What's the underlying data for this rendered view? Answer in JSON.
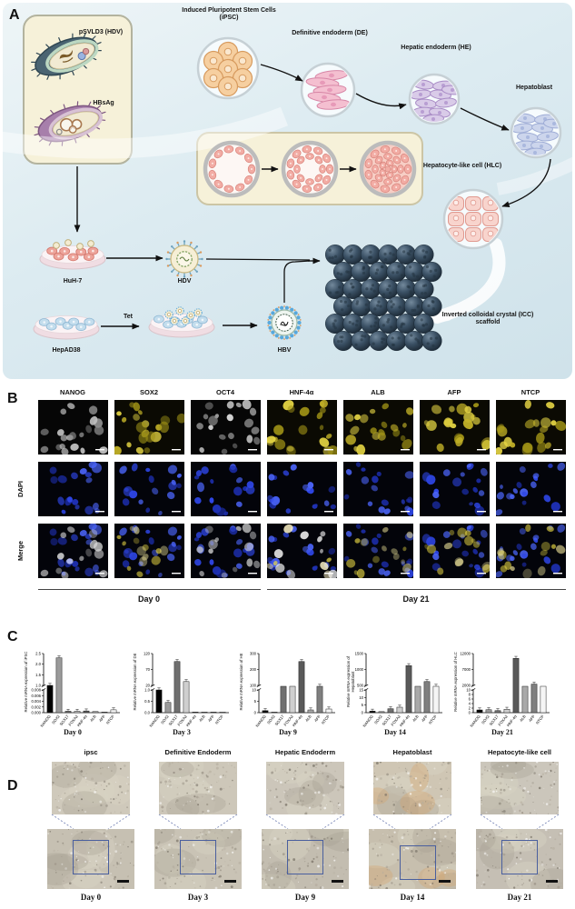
{
  "colors": {
    "bar_palette": [
      "#000000",
      "#9b9b9b",
      "#6f6f6f",
      "#cfcfcf",
      "#595959",
      "#a9a9a9",
      "#7f7f7f",
      "#f5f5f5"
    ],
    "dapi_blue": "#2e46e6",
    "stain_yellow": "#d8c433",
    "panelA_bg": "#d9e8ee",
    "cream_box": "#f6f1d9",
    "blue_rect": "#4a5f9e"
  },
  "panelA": {
    "label": "A",
    "psvld3_label": "pSVLD3 (HDV)",
    "hbsag_label": "HBsAg",
    "ipsc_label": "Induced Pluripotent Stem Cells (iPSC)",
    "de_label": "Definitive endoderm (DE)",
    "he_label": "Hepatic endoderm (HE)",
    "hepatoblast_label": "Hepatoblast",
    "hlc_label": "Hepatocyte-like cell (HLC)",
    "huh7_label": "HuH-7",
    "hdv_label": "HDV",
    "tet_label": "Tet",
    "hepad38_label": "HepAD38",
    "hbv_label": "HBV",
    "scaffold_label": "Inverted colloidal crystal (ICC) scaffold"
  },
  "panelB": {
    "label": "B",
    "columns": [
      "NANOG",
      "SOX2",
      "OCT4",
      "HNF-4α",
      "ALB",
      "AFP",
      "NTCP"
    ],
    "row_labels": [
      "DAPI",
      "Merge"
    ],
    "day_groups": [
      "Day 0",
      "Day 21"
    ]
  },
  "panelC": {
    "label": "C"
  },
  "chart_data": [
    {
      "type": "bar",
      "day": "Day 0",
      "ylabel": "Relative mRNA expression of iPSC",
      "categories": [
        "NANOG",
        "SOX2",
        "SOX17",
        "FOXA2",
        "HNF-4α",
        "ALB",
        "AFP",
        "NTCP"
      ],
      "values": [
        1.0,
        2.3,
        0.0005,
        0.0005,
        0.0006,
        0.0004,
        5e-05,
        0.001
      ],
      "errors": [
        0.08,
        0.15,
        0.0001,
        0.0001,
        0.0001,
        0.0001,
        0,
        0.0003
      ],
      "axis": {
        "lower_ticks": [
          0,
          0.002,
          0.004,
          0.006,
          0.008
        ],
        "lower_labels": [
          "0.000",
          "0.002",
          "0.004",
          "0.006",
          "0.008"
        ],
        "upper_ticks": [
          1.0,
          1.5,
          2.0,
          2.5
        ],
        "upper_labels": [
          "1.0",
          "1.5",
          "2.0",
          "2.5"
        ]
      }
    },
    {
      "type": "bar",
      "day": "Day 3",
      "ylabel": "Relative mRNA expression of DE",
      "categories": [
        "NANOG",
        "SOX2",
        "SOX17",
        "FOXA2",
        "HNF-4α",
        "ALB",
        "AFP",
        "NTCP"
      ],
      "values": [
        1.0,
        0.45,
        95,
        32,
        0.03,
        0.03,
        0.02,
        0.03
      ],
      "errors": [
        0.06,
        0.04,
        6,
        3,
        0,
        0,
        0,
        0
      ],
      "axis": {
        "lower_ticks": [
          0,
          0.5,
          1.0
        ],
        "lower_labels": [
          "0.0",
          "0.5",
          "1.0"
        ],
        "upper_ticks": [
          20,
          70,
          120
        ],
        "upper_labels": [
          "20",
          "70",
          "120"
        ]
      }
    },
    {
      "type": "bar",
      "day": "Day 9",
      "ylabel": "Relative mRNA expression of HE",
      "categories": [
        "NANOG",
        "SOX2",
        "SOX17",
        "FOXA2",
        "HNF-4α",
        "ALB",
        "AFP",
        "NTCP"
      ],
      "values": [
        0.9,
        0.15,
        60,
        55,
        250,
        1.2,
        12,
        1.6
      ],
      "errors": [
        0.1,
        0,
        0,
        0,
        15,
        0.2,
        2,
        0.3
      ],
      "axis": {
        "lower_ticks": [
          0,
          5,
          10
        ],
        "lower_labels": [
          "0",
          "5",
          "10"
        ],
        "upper_ticks": [
          100,
          200,
          300
        ],
        "upper_labels": [
          "100",
          "200",
          "300"
        ]
      }
    },
    {
      "type": "bar",
      "day": "Day 14",
      "ylabel": "Relative mRNA expression of Hepatoblast",
      "categories": [
        "NANOG",
        "SOX2",
        "SOX17",
        "FOXA2",
        "HNF-4α",
        "ALB",
        "AFP",
        "NTCP"
      ],
      "values": [
        1.0,
        0.7,
        2.6,
        3.6,
        1120,
        200,
        620,
        460
      ],
      "errors": [
        0.1,
        0.1,
        0.3,
        0.5,
        60,
        0,
        40,
        25
      ],
      "axis": {
        "lower_ticks": [
          0,
          5,
          10,
          15
        ],
        "lower_labels": [
          "0",
          "5",
          "10",
          "15"
        ],
        "upper_ticks": [
          500,
          1000,
          1500
        ],
        "upper_labels": [
          "500",
          "1000",
          "1500"
        ]
      }
    },
    {
      "type": "bar",
      "day": "Day 21",
      "ylabel": "Relative mRNA expression of HLC",
      "categories": [
        "NANOG",
        "SOX2",
        "SOX17",
        "FOXA2",
        "HNF-4α",
        "ALB",
        "AFP",
        "NTCP"
      ],
      "values": [
        1.2,
        1.3,
        0.9,
        1.5,
        10500,
        1600,
        2400,
        1500
      ],
      "errors": [
        0.15,
        0.2,
        0.1,
        0.2,
        500,
        0,
        200,
        0
      ],
      "axis": {
        "lower_ticks": [
          0,
          2,
          4,
          6,
          8,
          10
        ],
        "lower_labels": [
          "0",
          "2",
          "4",
          "6",
          "8",
          "10"
        ],
        "upper_ticks": [
          2000,
          7000,
          12000
        ],
        "upper_labels": [
          "2000",
          "7000",
          "12000"
        ]
      }
    }
  ],
  "panelD": {
    "label": "D",
    "columns": [
      "ipsc",
      "Definitive Endoderm",
      "Hepatic Endoderm",
      "Hepatoblast",
      "Hepatocyte-like cell"
    ],
    "days": [
      "Day 0",
      "Day 3",
      "Day 9",
      "Day 14",
      "Day 21"
    ]
  }
}
